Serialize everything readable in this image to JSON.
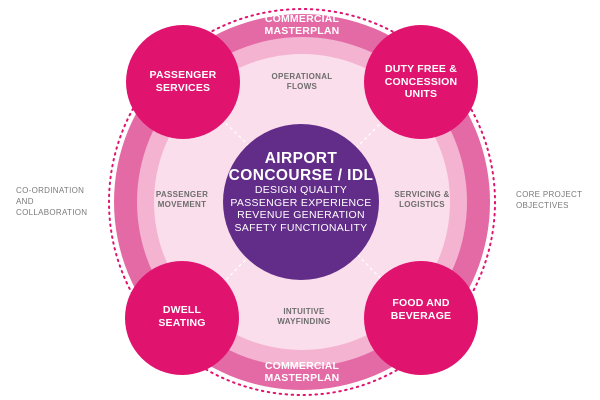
{
  "colors": {
    "outer_ring": "#e46aa6",
    "middle_ring": "#f4b3d0",
    "inner_disc": "#fbdeeb",
    "node": "#e0136f",
    "center": "#622c89",
    "dotted": "#e0136f",
    "arrow": "#ffffff"
  },
  "ring": {
    "top_label": "COMMERCIAL MASTERPLAN",
    "bottom_label": "COMMERCIAL MASTERPLAN"
  },
  "inner_labels": {
    "top": "OPERATIONAL FLOWS",
    "left": "PASSENGER MOVEMENT",
    "right": "SERVICING & LOGISTICS",
    "bottom": "INTUITIVE WAYFINDING"
  },
  "outer_labels": {
    "left": "CO-ORDINATION AND COLLABORATION",
    "right": "CORE PROJECT OBJECTIVES"
  },
  "nodes": {
    "top_left": "PASSENGER SERVICES",
    "top_right": "DUTY FREE & CONCESSION UNITS",
    "bottom_left": "DWELL SEATING",
    "bottom_right": "FOOD AND BEVERAGE"
  },
  "center": {
    "title_line1": "AIRPORT",
    "title_line2": "CONCOURSE / IDL",
    "items": [
      "DESIGN QUALITY",
      "PASSENGER EXPERIENCE",
      "REVENUE GENERATION",
      "SAFETY FUNCTIONALITY"
    ]
  }
}
